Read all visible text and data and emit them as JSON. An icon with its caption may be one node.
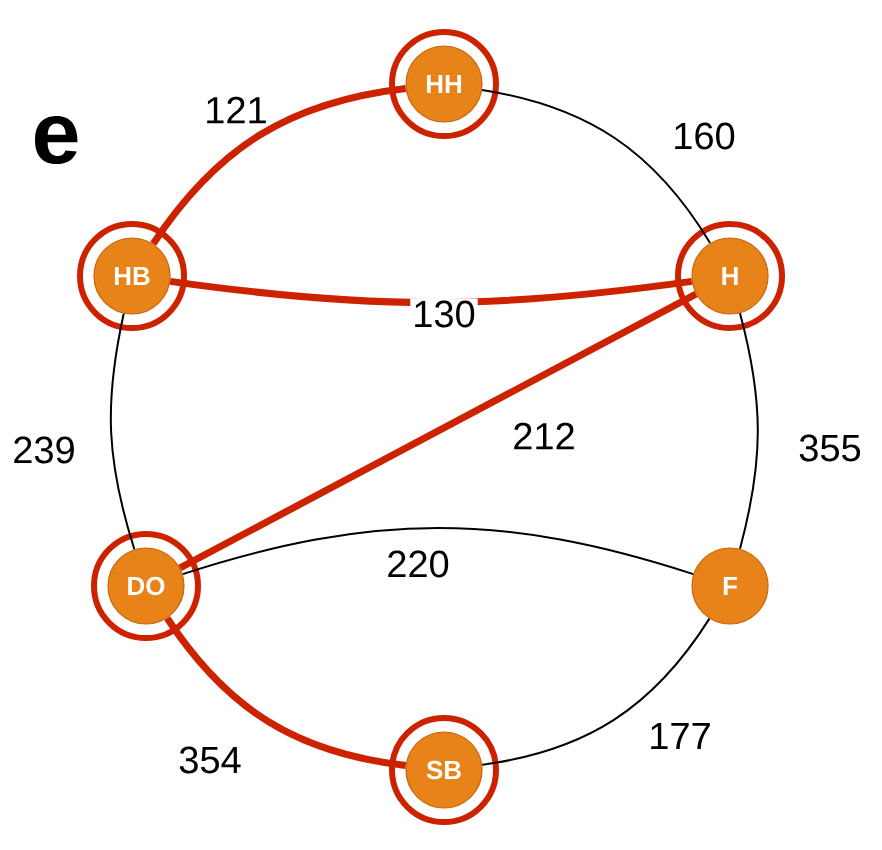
{
  "diagram": {
    "nodes": [
      {
        "text": [
          "HH"
        ]
      },
      {
        "text": [
          "HB"
        ]
      },
      {
        "text": [
          "H"
        ]
      },
      {
        "text": [
          "DO"
        ]
      },
      {
        "text": [
          "F"
        ]
      },
      {
        "text": [
          "SB"
        ]
      }
    ],
    "edges": [
      {
        "from": 0,
        "to": 1,
        "arrow": "none",
        "label": "121",
        "style": "thick",
        "color": "#cc2200"
      },
      {
        "from": 0,
        "to": 2,
        "arrow": "none",
        "label": "160"
      },
      {
        "from": 1,
        "to": 2,
        "arrow": "none",
        "label": "130",
        "style": "thick",
        "color": "#cc2200"
      },
      {
        "from": 1,
        "to": 3,
        "arrow": "none",
        "label": "239"
      },
      {
        "from": 2,
        "to": 3,
        "arrow": "none",
        "label": "212",
        "style": "thick",
        "color": "#cc2200"
      },
      {
        "from": 2,
        "to": 4,
        "arrow": "none",
        "label": "355"
      },
      {
        "from": 3,
        "to": 4,
        "arrow": "none",
        "label": "220"
      },
      {
        "from": 3,
        "to": 5,
        "arrow": "none",
        "label": "354",
        "style": "thick",
        "color": "#cc2200"
      },
      {
        "from": 5,
        "to": 4,
        "arrow": "none",
        "label": "177"
      }
    ],
    "labels": [
      "e"
    ]
  }
}
